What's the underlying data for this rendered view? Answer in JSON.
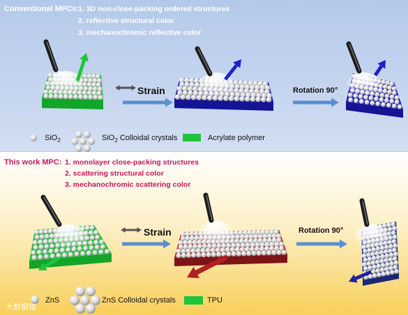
{
  "conventional": {
    "title": "Conventional MPCs:",
    "items": [
      "1.  3D non-close-packing ordered structures",
      "2.  reflective structural color",
      "3.  mechanochromic reflective color"
    ],
    "strain_label": "Strain",
    "rotation_label": "Rotation 90°",
    "legend": {
      "sio2": "SiO",
      "sio2_sub": "2",
      "crystals_pre": "SiO",
      "crystals_sub": "2",
      "crystals_post": " Colloidal crystals",
      "polymer": "Acrylate polymer"
    }
  },
  "thiswork": {
    "title": "This work MPC:",
    "items": [
      "1.  monolayer close-packing structures",
      "2.  scattering structural color",
      "3.  mechanochromic scattering color"
    ],
    "strain_label": "Strain",
    "rotation_label": "Rotation 90°",
    "legend": {
      "zns": "ZnS",
      "crystals": "ZnS Colloidal crystals",
      "tpu": "TPU"
    }
  },
  "colors": {
    "green": "#1fc43a",
    "blue": "#2020c8",
    "red": "#b02025",
    "arrow_blue": "#5b8fd0",
    "accent": "#c3175e"
  },
  "watermark": "大数据猿"
}
